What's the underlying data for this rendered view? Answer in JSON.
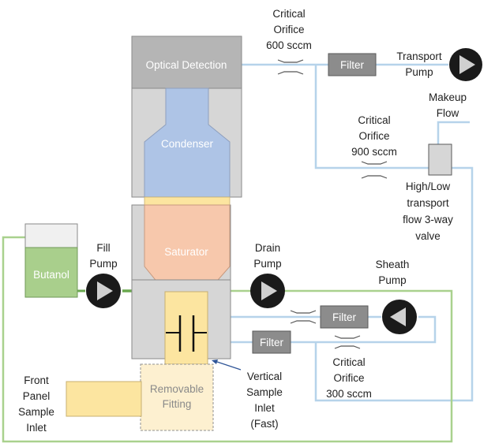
{
  "labels": {
    "optical_detection": "Optical Detection",
    "condenser": "Condenser",
    "saturator": "Saturator",
    "butanol": "Butanol",
    "filter": "Filter",
    "removable_fitting": [
      "Removable",
      "Fitting"
    ],
    "critical_orifice_600": [
      "Critical",
      "Orifice",
      "600 sccm"
    ],
    "critical_orifice_900": [
      "Critical",
      "Orifice",
      "900 sccm"
    ],
    "critical_orifice_300": [
      "Critical",
      "Orifice",
      "300 sccm"
    ],
    "transport_pump": [
      "Transport",
      "Pump"
    ],
    "makeup_flow": [
      "Makeup",
      "Flow"
    ],
    "valve": [
      "High/Low",
      "transport",
      "flow 3-way",
      "valve"
    ],
    "fill_pump": [
      "Fill",
      "Pump"
    ],
    "drain_pump": [
      "Drain",
      "Pump"
    ],
    "sheath_pump": [
      "Sheath",
      "Pump"
    ],
    "vertical_inlet": [
      "Vertical",
      "Sample",
      "Inlet",
      "(Fast)"
    ],
    "front_panel_inlet": [
      "Front",
      "Panel",
      "Sample",
      "Inlet"
    ]
  },
  "colors": {
    "body_gray": "#d6d6d6",
    "header_gray": "#b5b5b5",
    "condenser_blue": "#aec4e6",
    "saturator_orange": "#f7c8ac",
    "inlet_yellow": "#fce5a0",
    "butanol_green": "#a9cf8c",
    "line_blue": "#b6d3ea",
    "line_green": "#a9d18e",
    "filter_gray": "#8c8c8c",
    "pump_black": "#1a1a1a"
  }
}
